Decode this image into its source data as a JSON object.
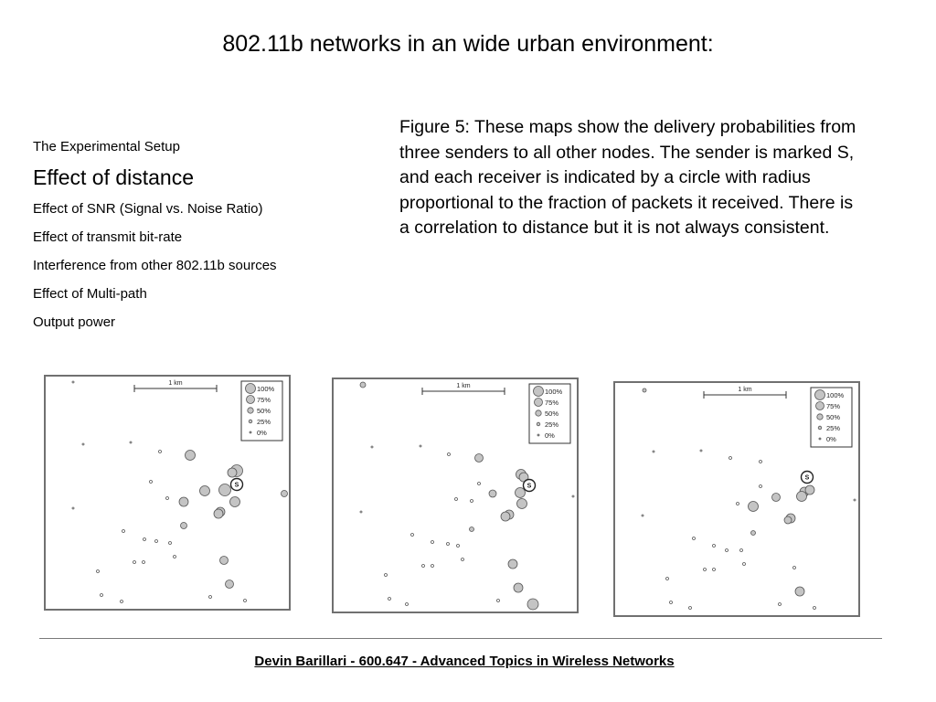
{
  "slide": {
    "title": "802.11b networks in an wide urban environment:",
    "outline": [
      "The Experimental Setup",
      "Effect of distance",
      "Effect of SNR (Signal vs. Noise Ratio)",
      "Effect of transmit bit-rate",
      "Interference from other 802.11b sources",
      "Effect of Multi-path",
      "Output power"
    ],
    "caption": "Figure 5: These maps show the delivery probabilities from three senders to all other nodes. The sender is marked S, and each receiver is indicated by a circle with radius proportional to the fraction of packets it received. There is a correlation to distance but it is not always consistent.",
    "footer": "Devin Barillari - 600.647 - Advanced Topics in Wireless Networks"
  },
  "maps": {
    "scale_label": "1 km",
    "sender_label": "S",
    "legend": [
      "100%",
      "75%",
      "50%",
      "25%",
      "0%"
    ],
    "count": 3
  },
  "colors": {
    "circle_fill": "#c4c4c4",
    "circle_stroke": "#555555",
    "frame": "#707070"
  }
}
